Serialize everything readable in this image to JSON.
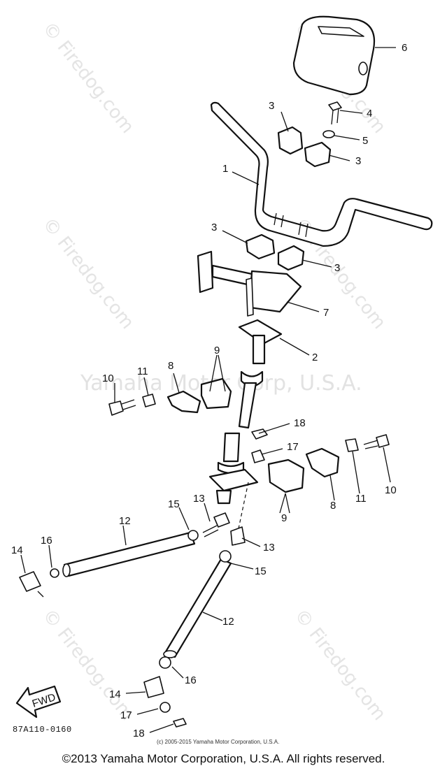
{
  "diagram": {
    "watermark_text": "© Firedog.com",
    "center_watermark": "Yamaha Motor Corp, U.S.A.",
    "part_code": "87A110-0160",
    "small_copyright": "(c) 2005-2015 Yamaha Motor Corporation, U.S.A.",
    "fwd_label": "FWD",
    "callouts": {
      "c1": "1",
      "c2": "2",
      "c3a": "3",
      "c3b": "3",
      "c3c": "3",
      "c3d": "3",
      "c4": "4",
      "c5": "5",
      "c6": "6",
      "c7": "7",
      "c8a": "8",
      "c8b": "8",
      "c9a": "9",
      "c9b": "9",
      "c10a": "10",
      "c10b": "10",
      "c11a": "11",
      "c11b": "11",
      "c12a": "12",
      "c12b": "12",
      "c13a": "13",
      "c13b": "13",
      "c14a": "14",
      "c14b": "14",
      "c15a": "15",
      "c15b": "15",
      "c16a": "16",
      "c16b": "16",
      "c17a": "17",
      "c17b": "17",
      "c18a": "18",
      "c18b": "18"
    }
  },
  "footer": {
    "copyright": "©2013 Yamaha Motor Corporation, U.S.A. All rights reserved."
  }
}
